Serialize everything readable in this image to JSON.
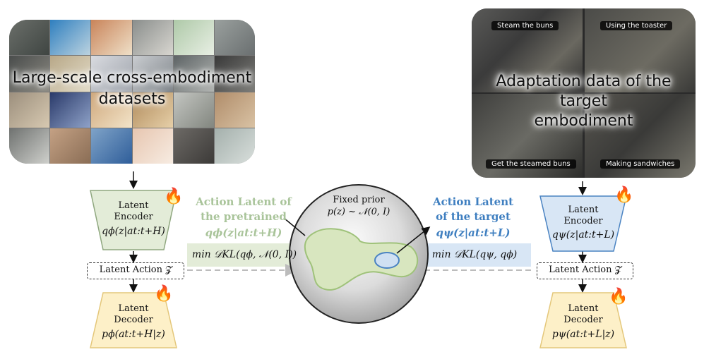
{
  "left_panel": {
    "title_line1": "Large-scale cross-embodiment",
    "title_line2": "datasets"
  },
  "right_panel": {
    "title_line1": "Adaptation data of the target",
    "title_line2": "embodiment",
    "captions": [
      "Steam the buns",
      "Using the toaster",
      "Get the steamed buns",
      "Making sandwiches"
    ]
  },
  "left_encoder": {
    "label1": "Latent",
    "label2": "Encoder",
    "formula": "qϕ(z|at:t+H)"
  },
  "left_latent": {
    "label": "Latent Action 𝓩"
  },
  "left_decoder": {
    "label1": "Latent",
    "label2": "Decoder",
    "formula": "pϕ(at:t+H|z)"
  },
  "right_encoder": {
    "label1": "Latent",
    "label2": "Encoder",
    "formula": "qψ(z|at:t+L)"
  },
  "right_latent": {
    "label": "Latent Action 𝓩"
  },
  "right_decoder": {
    "label1": "Latent",
    "label2": "Decoder",
    "formula": "pψ(at:t+L|z)"
  },
  "pretrained": {
    "line1": "Action Latent of",
    "line2": "the pretrained",
    "formula": "qϕ(z|at:t+H)",
    "kl": "min 𝒟KL(qϕ, 𝒩(0, I))"
  },
  "target": {
    "line1": "Action Latent",
    "line2": "of the target",
    "formula": "qψ(z|at:t+L)",
    "kl": "min 𝒟KL(qψ, qϕ)"
  },
  "prior": {
    "line1": "Fixed prior",
    "line2": "p(z) ~ 𝒩(0, I)"
  },
  "colors": {
    "green": "#a9c49a",
    "blue": "#3f7fc0",
    "encoder_green": "#e3ecd8",
    "encoder_blue": "#d8e6f5",
    "decoder_yellow": "#fdf0c8"
  },
  "icons": [
    "flame-icon",
    "flame-icon",
    "flame-icon",
    "flame-icon"
  ]
}
